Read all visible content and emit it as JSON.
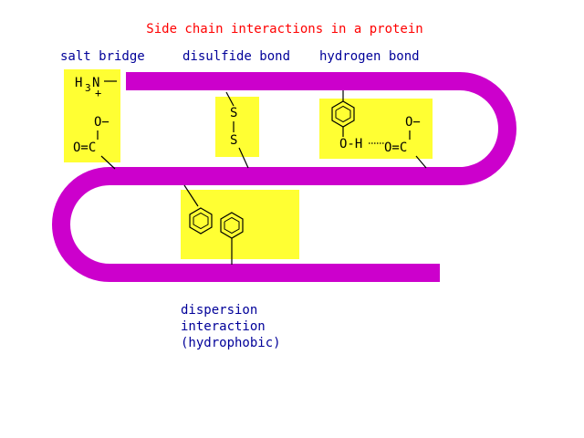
{
  "title": "Side chain interactions in a protein",
  "labels": {
    "salt_bridge": "salt bridge",
    "disulfide_bond": "disulfide bond",
    "hydrogen_bond": "hydrogen bond",
    "dispersion_line1": "dispersion",
    "dispersion_line2": "interaction",
    "dispersion_line3": "(hydrophobic)"
  },
  "chem": {
    "h3n": "H3N",
    "plus": "+",
    "o_minus_1": "O−",
    "o_eq_c_1": "O=C",
    "s_top": "S",
    "s_bottom": "S",
    "oh": "O-H",
    "o_eq_c_2": "O=C",
    "o_minus_2": "O−"
  },
  "colors": {
    "title": "#ff0000",
    "label": "#000099",
    "backbone": "#cc00cc",
    "highlight": "#ffff33",
    "bond": "#000000"
  }
}
